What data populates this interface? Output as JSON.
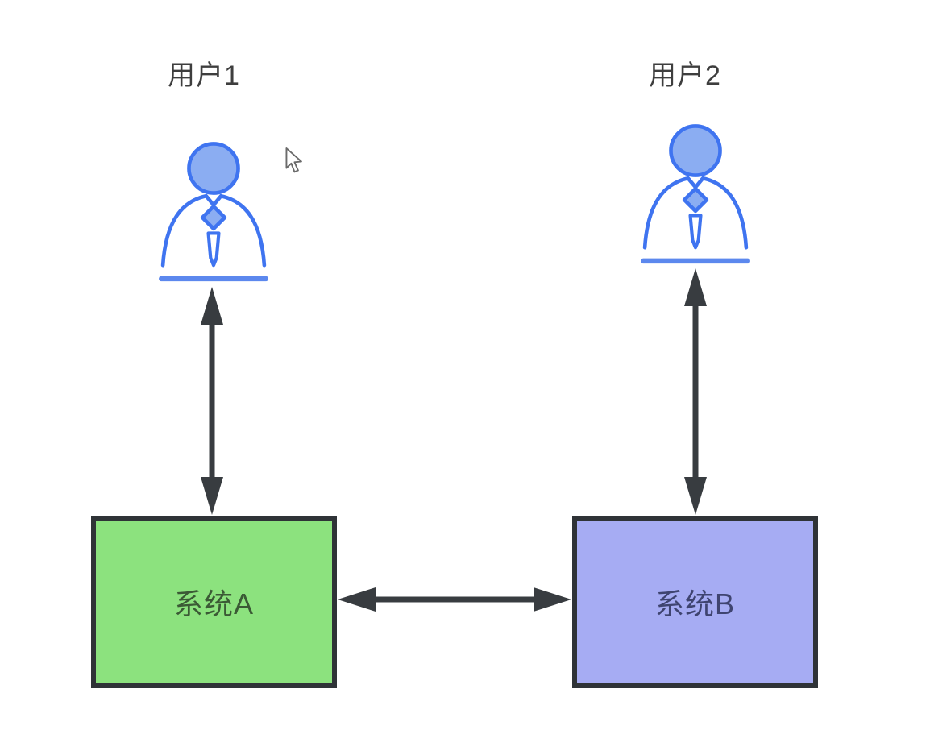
{
  "diagram": {
    "users": [
      {
        "label": "用户1",
        "icon": "user-person-icon"
      },
      {
        "label": "用户2",
        "icon": "user-person-icon"
      }
    ],
    "systems": [
      {
        "label": "系统A",
        "fill": "#8ce27e",
        "text_color": "#3b5a35"
      },
      {
        "label": "系统B",
        "fill": "#a6acf3",
        "text_color": "#3f4470"
      }
    ],
    "connections": [
      {
        "from": "用户1",
        "to": "系统A",
        "type": "bidirectional-arrow"
      },
      {
        "from": "用户2",
        "to": "系统B",
        "type": "bidirectional-arrow"
      },
      {
        "from": "系统A",
        "to": "系统B",
        "type": "bidirectional-arrow"
      }
    ],
    "colors": {
      "arrow": "#383c40",
      "box_border": "#2f3337",
      "user_label_text": "#3e3e3e",
      "person_stroke": "#3f74f0",
      "person_head_fill": "#8badf2",
      "person_base_line": "#5c88ee",
      "cursor_outline": "#6b6b6b",
      "cursor_fill": "#ffffff"
    },
    "cursor": {
      "icon": "mouse-pointer-icon"
    }
  }
}
